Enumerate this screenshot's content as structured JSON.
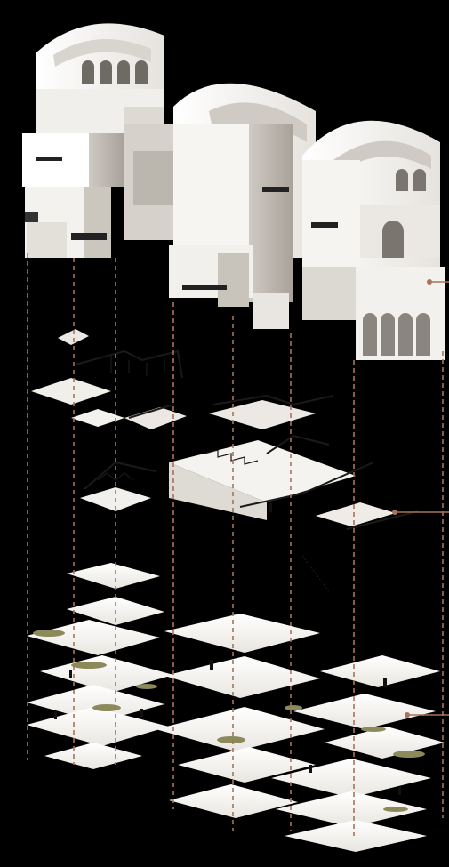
{
  "diagram": {
    "colors": {
      "background": "#000000",
      "massing_light": "#f3f2ef",
      "massing_mid": "#d9d6d1",
      "massing_dark": "#a9a49d",
      "floor_top": "#f6f4f0",
      "floor_edge": "#c9c4bc",
      "leader_line": "#a8735a",
      "railing": "#1a1a1a",
      "planting": "#8c8a5a"
    },
    "tiers": [
      {
        "id": "massing",
        "label": ""
      },
      {
        "id": "circulation",
        "label": ""
      },
      {
        "id": "floor-plates",
        "label": ""
      }
    ],
    "callouts": [
      {
        "id": "callout-massing",
        "text": ""
      },
      {
        "id": "callout-circulation",
        "text": ""
      },
      {
        "id": "callout-floors",
        "text": ""
      }
    ]
  }
}
